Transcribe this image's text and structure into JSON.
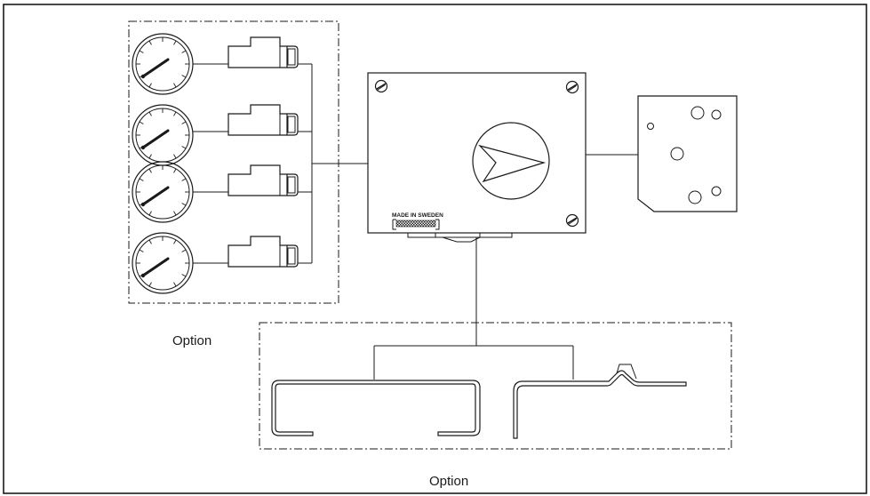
{
  "labels": {
    "option_left": "Option",
    "option_bottom": "Option",
    "made_in": "MADE IN SWEDEN"
  },
  "colors": {
    "line": "#1a1a1a",
    "background": "#ffffff"
  }
}
